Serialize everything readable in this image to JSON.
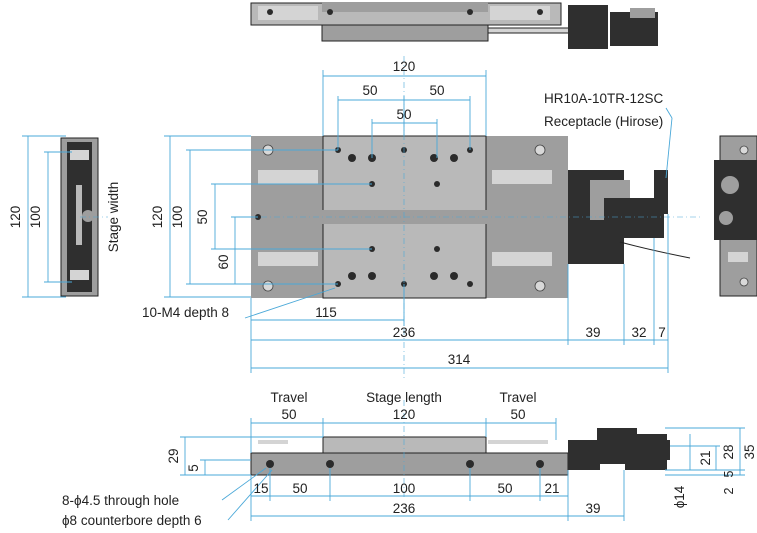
{
  "labels": {
    "plan_120": "120",
    "plan_50_left": "50",
    "plan_50_right": "50",
    "plan_50_inner": "50",
    "connector_model": "HR10A-10TR-12SC",
    "connector_desc": "Receptacle (Hirose)",
    "left_120": "120",
    "left_100": "100",
    "stage_width": "Stage width",
    "plan_v120": "120",
    "plan_v100": "100",
    "plan_v50": "50",
    "plan_v60": "60",
    "tap_hole": "10-M4 depth 8",
    "dim_115": "115",
    "dim_236": "236",
    "dim_39": "39",
    "dim_32": "32",
    "dim_7": "7",
    "dim_314": "314",
    "travel_left": "Travel",
    "travel_left_val": "50",
    "stage_length": "Stage length",
    "stage_length_val": "120",
    "travel_right": "Travel",
    "travel_right_val": "50",
    "side_29": "29",
    "side_5": "5",
    "through_hole": "8-ϕ4.5 through hole",
    "counterbore": "ϕ8 counterbore depth 6",
    "dim_15": "15",
    "dim_50a": "50",
    "dim_100": "100",
    "dim_50b": "50",
    "dim_21": "21",
    "bottom_236": "236",
    "bottom_39": "39",
    "phi14": "ϕ14",
    "right_21": "21",
    "right_28": "28",
    "right_35": "35",
    "right_5": "5",
    "right_2": "2"
  },
  "colors": {
    "dimension_line": "#4aa8d8",
    "body_dark": "#2f2f2f",
    "plate_grey": "#9e9e9e"
  }
}
